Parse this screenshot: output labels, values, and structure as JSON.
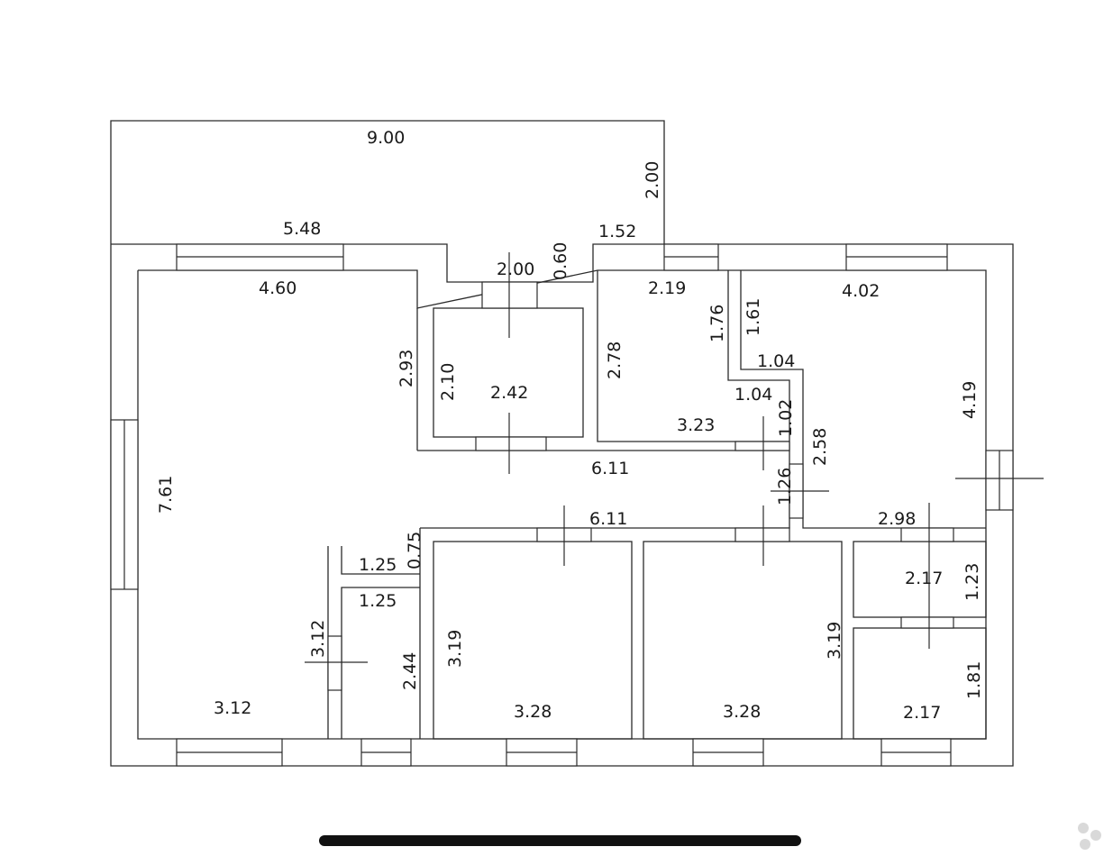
{
  "floor_plan": {
    "dimensions": {
      "top_overall": "9.00",
      "terrace_depth": "2.00",
      "left_top": "5.48",
      "step": "0.60",
      "right_top": "1.52",
      "living_top": "4.60",
      "entry_width": "2.00",
      "room_b_top": "2.19",
      "room_c_top": "4.02",
      "b_c_1": "1.76",
      "b_c_2": "1.61",
      "b_c_3": "1.04",
      "b_c_4": "1.04",
      "b_c_5": "1.02",
      "entry_left": "2.93",
      "entry_inner": "2.10",
      "entry_area": "2.42",
      "room_b_left": "2.78",
      "room_b_bottom": "3.23",
      "room_c_right": "4.19",
      "corridor_upper": "6.11",
      "corridor_height": "2.58",
      "corridor_small": "1.26",
      "corridor_lower": "6.11",
      "bath_top": "2.98",
      "living_left": "7.61",
      "closet_a": "1.25",
      "closet_step": "0.75",
      "closet_b": "1.25",
      "bath_width_1": "2.17",
      "bath_height_1": "1.23",
      "living_wall": "3.12",
      "bedroom1_left": "3.19",
      "closet_height": "2.44",
      "bedroom2_right": "3.19",
      "wc_height": "1.81",
      "living_bottom": "3.12",
      "bedroom1_bottom": "3.28",
      "bedroom2_bottom": "3.28",
      "wc_bottom": "2.17"
    }
  }
}
